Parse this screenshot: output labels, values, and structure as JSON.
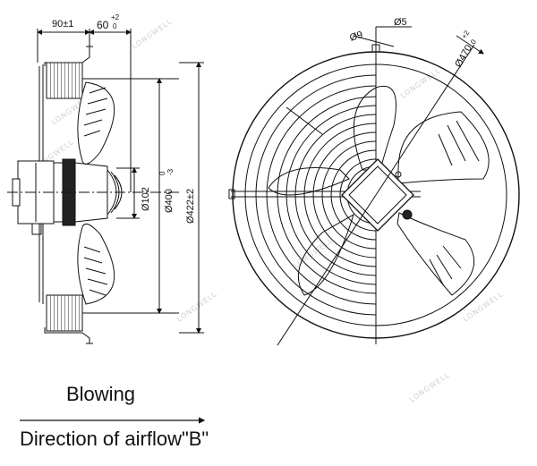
{
  "side_view": {
    "dim_depth": "90±1",
    "dim_offset": "60",
    "dim_offset_tol_upper": "+2",
    "dim_offset_tol_lower": "0",
    "dim_hub": "Ø102",
    "dim_ring": "Ø400",
    "dim_ring_tol": "-3",
    "dim_ring_tol_upper": "0",
    "dim_outer": "Ø422±2"
  },
  "front_view": {
    "dim_slot": "Ø9",
    "dim_bolt": "Ø5",
    "dim_guard": "Ø470",
    "dim_guard_tol_upper": "+2",
    "dim_guard_tol_lower": "0"
  },
  "captions": {
    "blowing": "Blowing",
    "airflow": "Direction of airflow\"B\""
  },
  "watermark": "LONGWELL"
}
